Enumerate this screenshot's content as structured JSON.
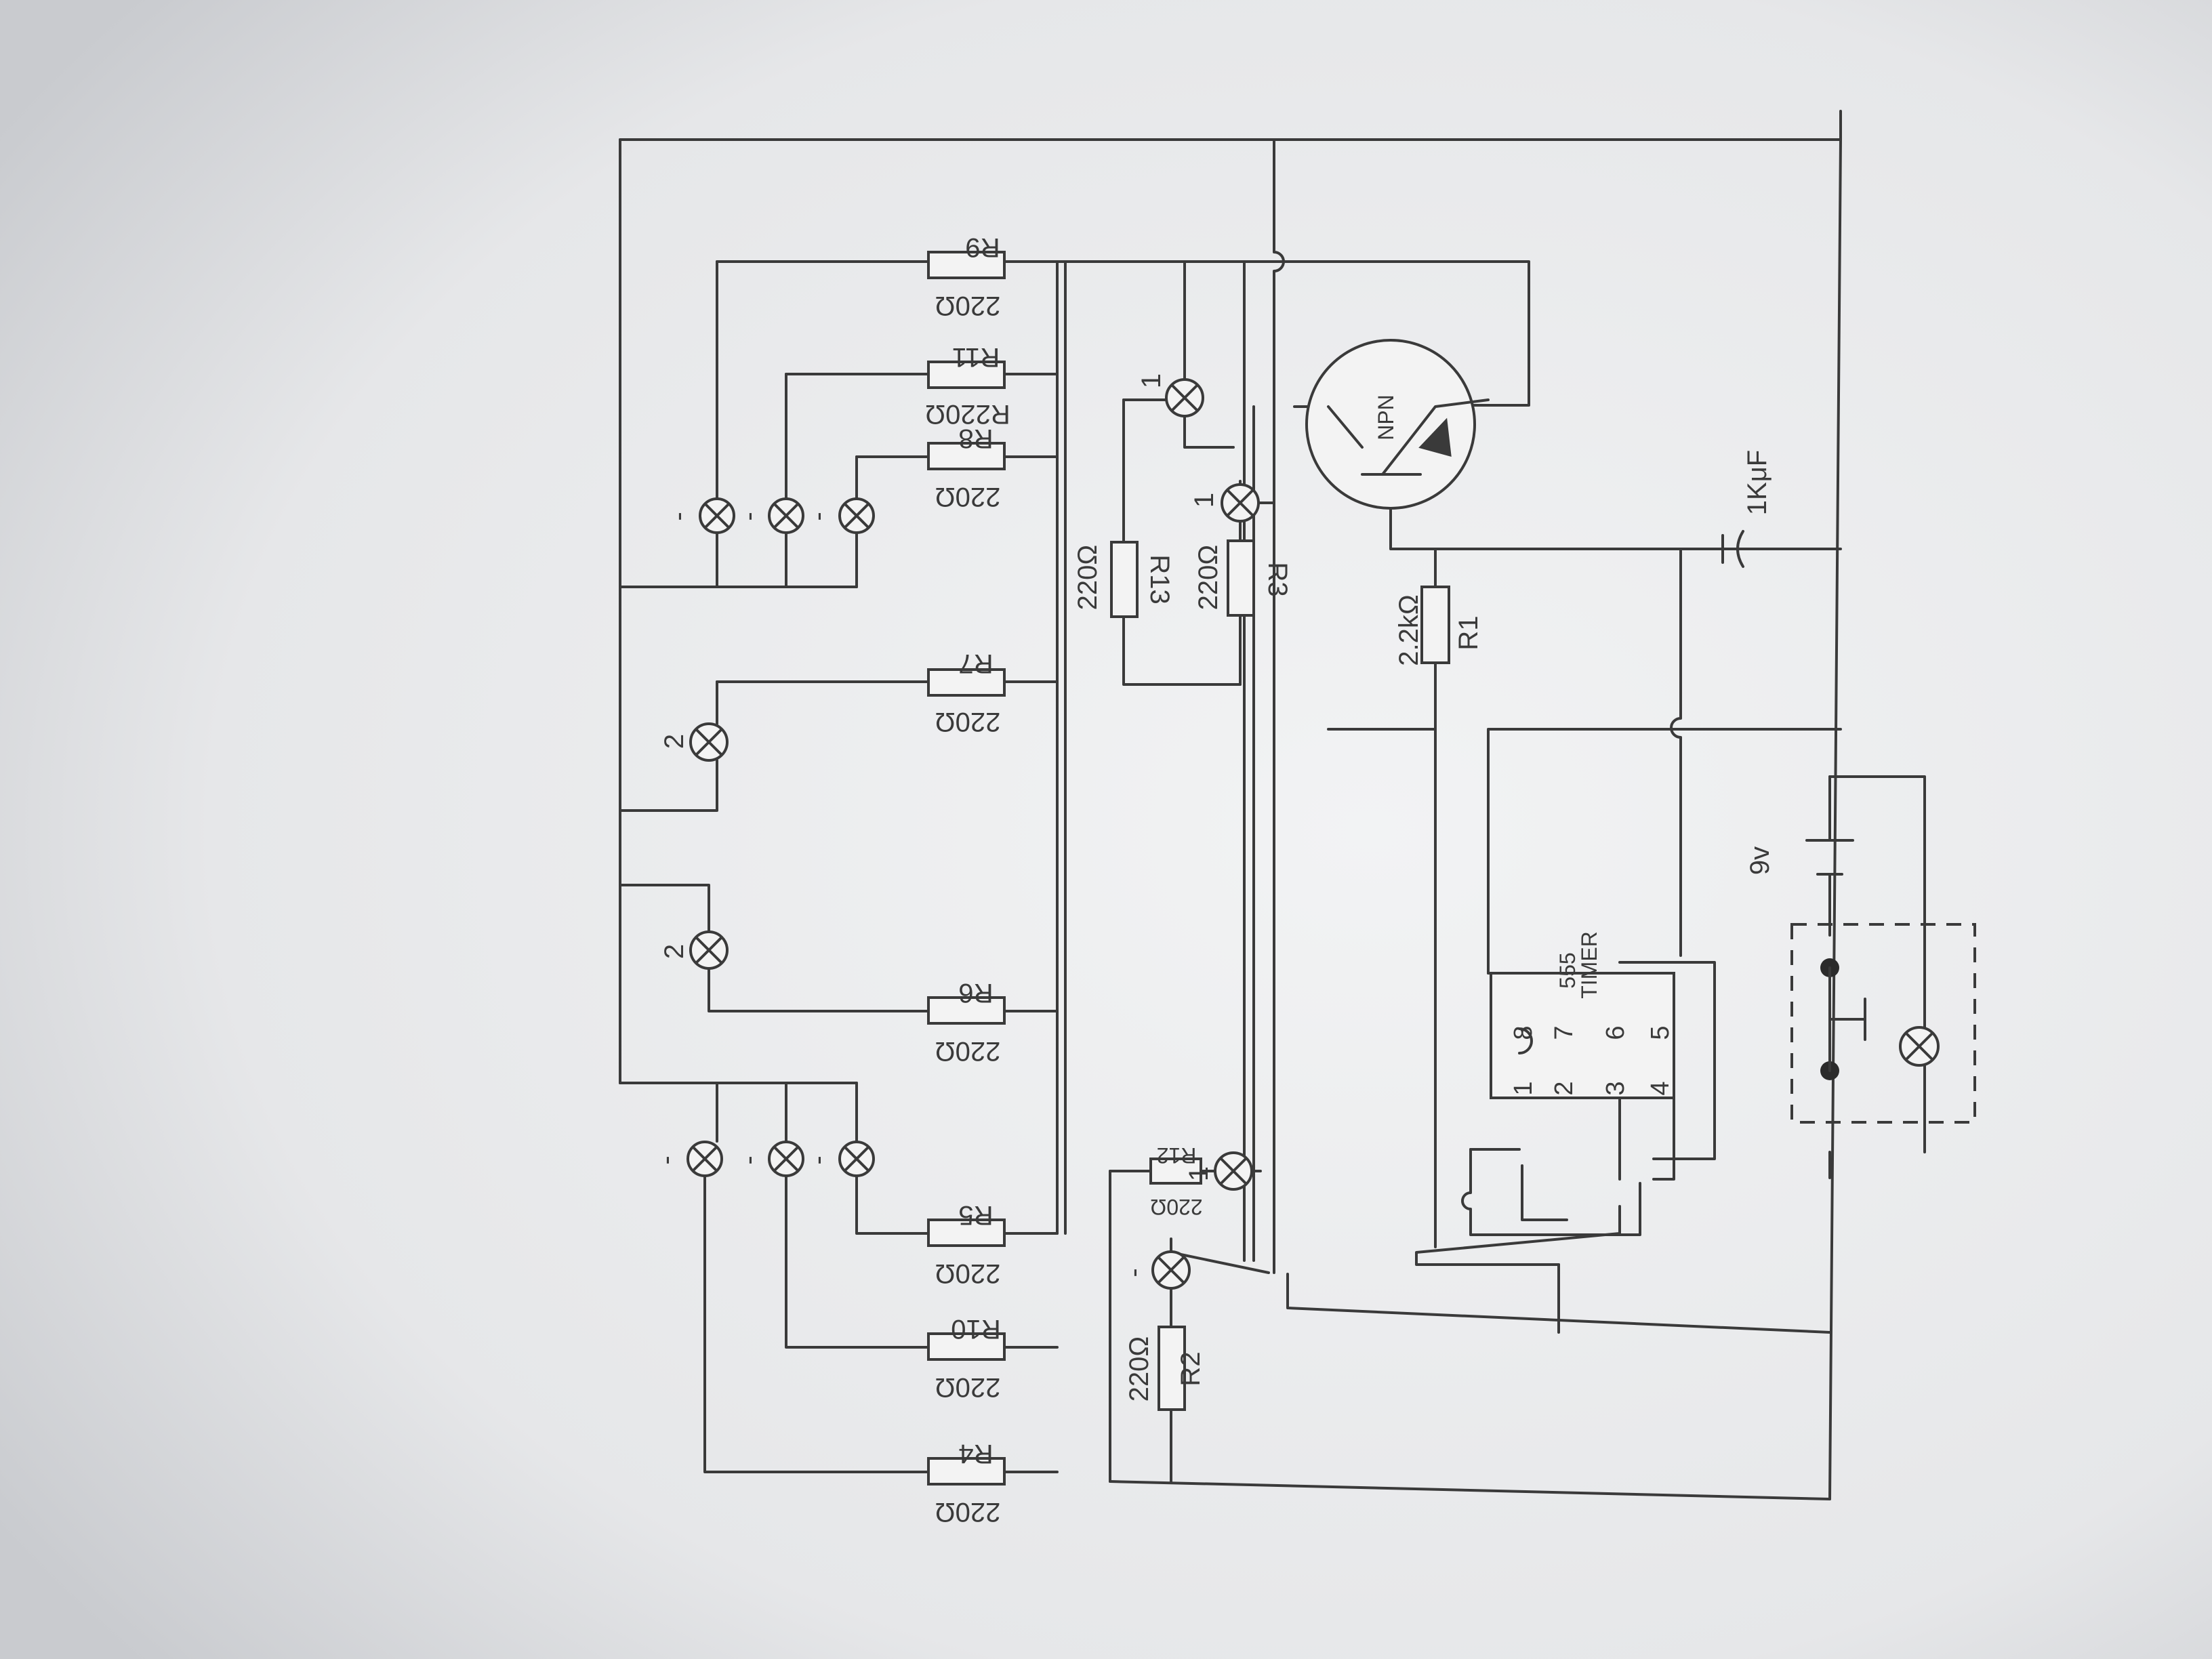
{
  "diagram": {
    "resistors": [
      {
        "id": "R9",
        "value": "220Ω"
      },
      {
        "id": "R11",
        "value": "R220Ω"
      },
      {
        "id": "R8",
        "value": "220Ω"
      },
      {
        "id": "R7",
        "value": "220Ω"
      },
      {
        "id": "R6",
        "value": "220Ω"
      },
      {
        "id": "R5",
        "value": "220Ω"
      },
      {
        "id": "R10",
        "value": "220Ω"
      },
      {
        "id": "R4",
        "value": "220Ω"
      },
      {
        "id": "R13",
        "value": "220Ω"
      },
      {
        "id": "R3",
        "value": "220Ω"
      },
      {
        "id": "R12",
        "value": "220Ω"
      },
      {
        "id": "R2",
        "value": "220Ω"
      },
      {
        "id": "R1",
        "value": "2.2kΩ"
      }
    ],
    "lamp_marks": [
      "-",
      "-",
      "-",
      "2",
      "2",
      "-",
      "-",
      "-",
      "1",
      "1",
      "1",
      "-"
    ],
    "transistor": {
      "label": "NPN"
    },
    "capacitor": {
      "label": "1KμF"
    },
    "battery": {
      "label": "9v"
    },
    "timer": {
      "label_line1": "555",
      "label_line2": "TIMER",
      "pins": [
        "1",
        "2",
        "3",
        "4",
        "5",
        "6",
        "7",
        "8"
      ]
    }
  }
}
